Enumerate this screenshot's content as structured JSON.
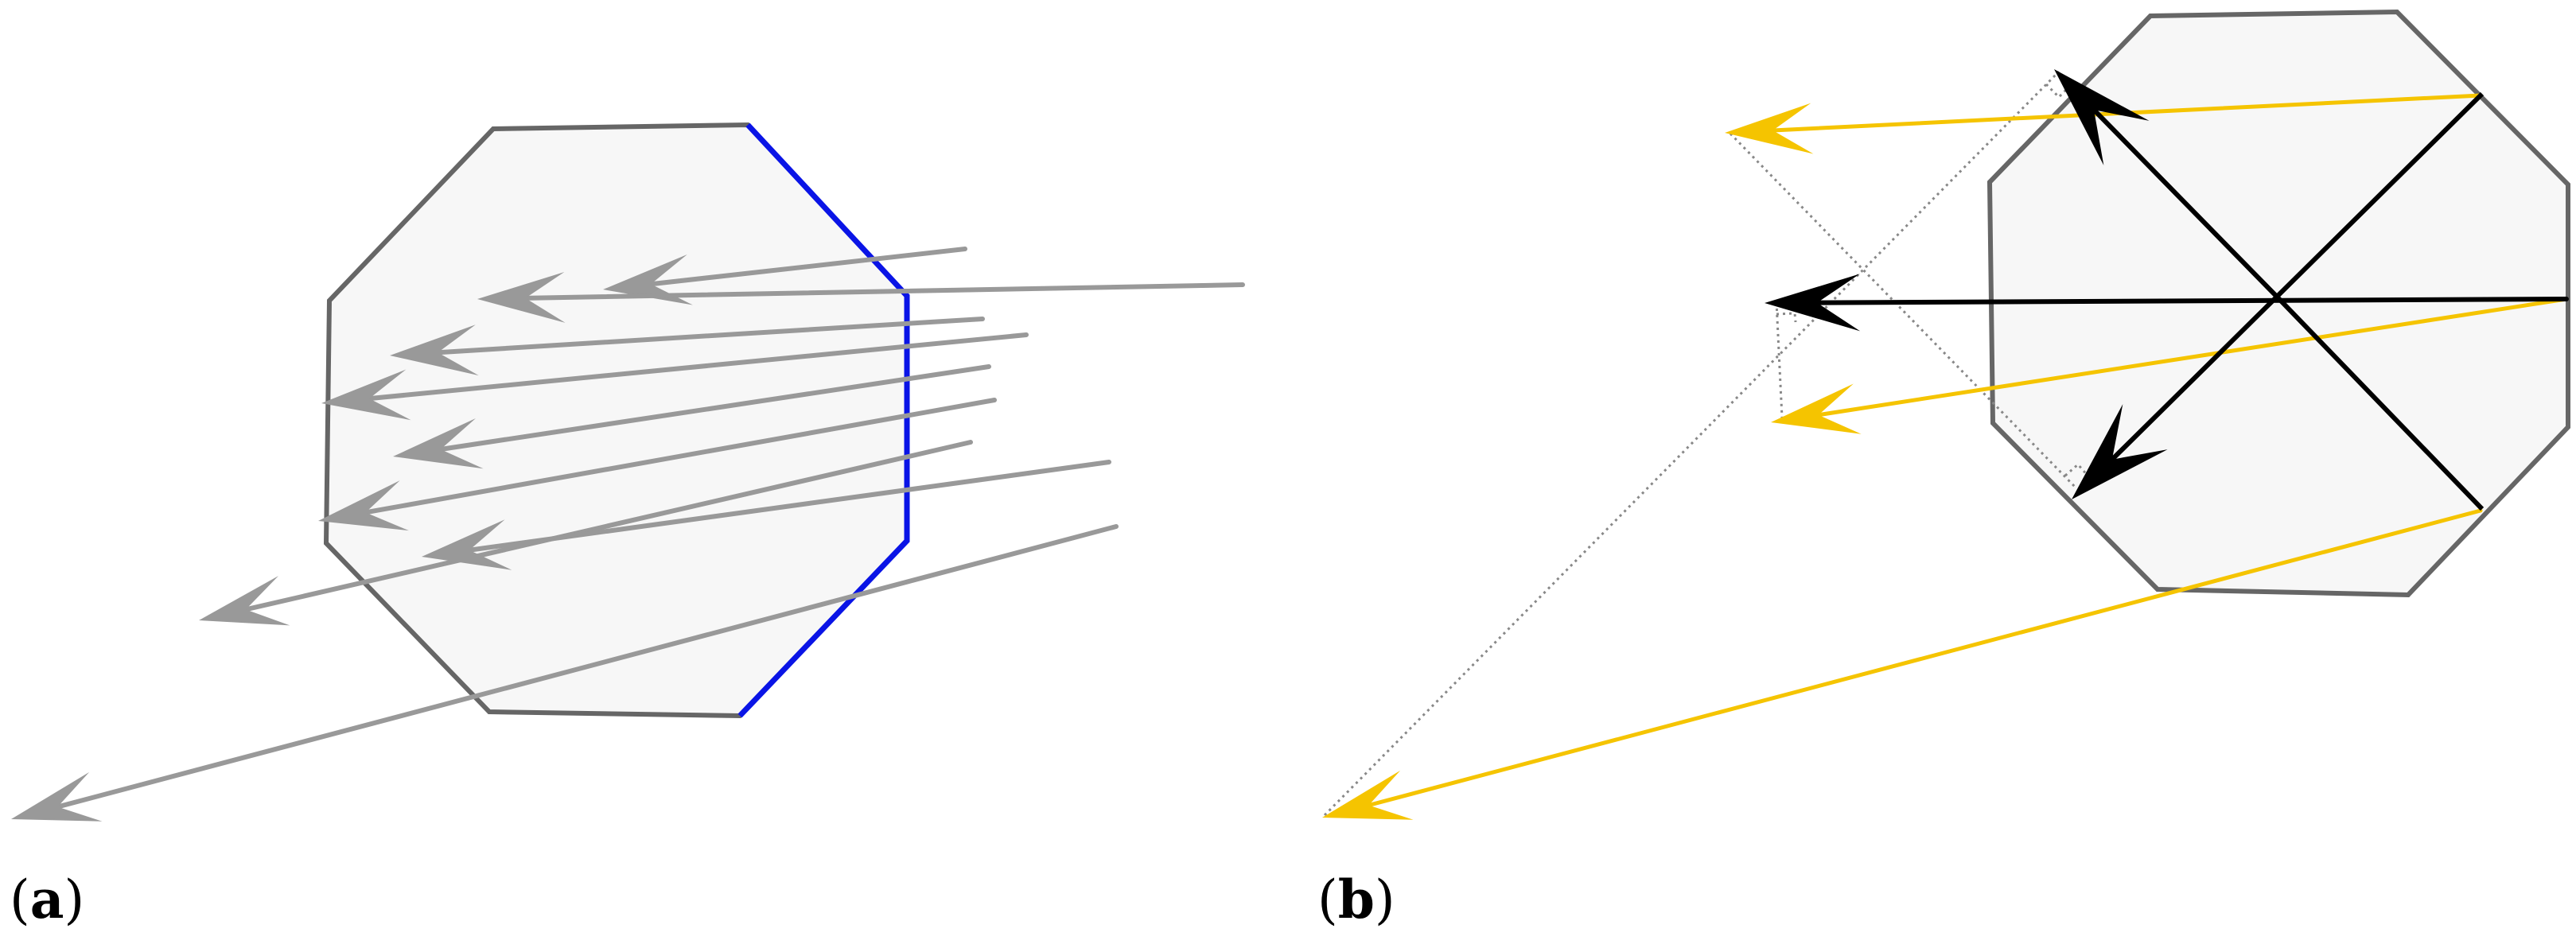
{
  "panels": [
    {
      "label_open": "(",
      "letter": "a",
      "label_close": ")"
    },
    {
      "label_open": "(",
      "letter": "b",
      "label_close": ")"
    }
  ],
  "colors": {
    "background": "#ffffff",
    "polygon_fill": "#f7f7f7",
    "polygon_stroke": "#666666",
    "highlight_edge": "#0a14e6",
    "gray_ray": "#999999",
    "yellow_ray": "#f5c400",
    "black_ray": "#000000",
    "construction_line": "#888888"
  },
  "icons": [
    "octagon-shape",
    "arrow-icon"
  ]
}
